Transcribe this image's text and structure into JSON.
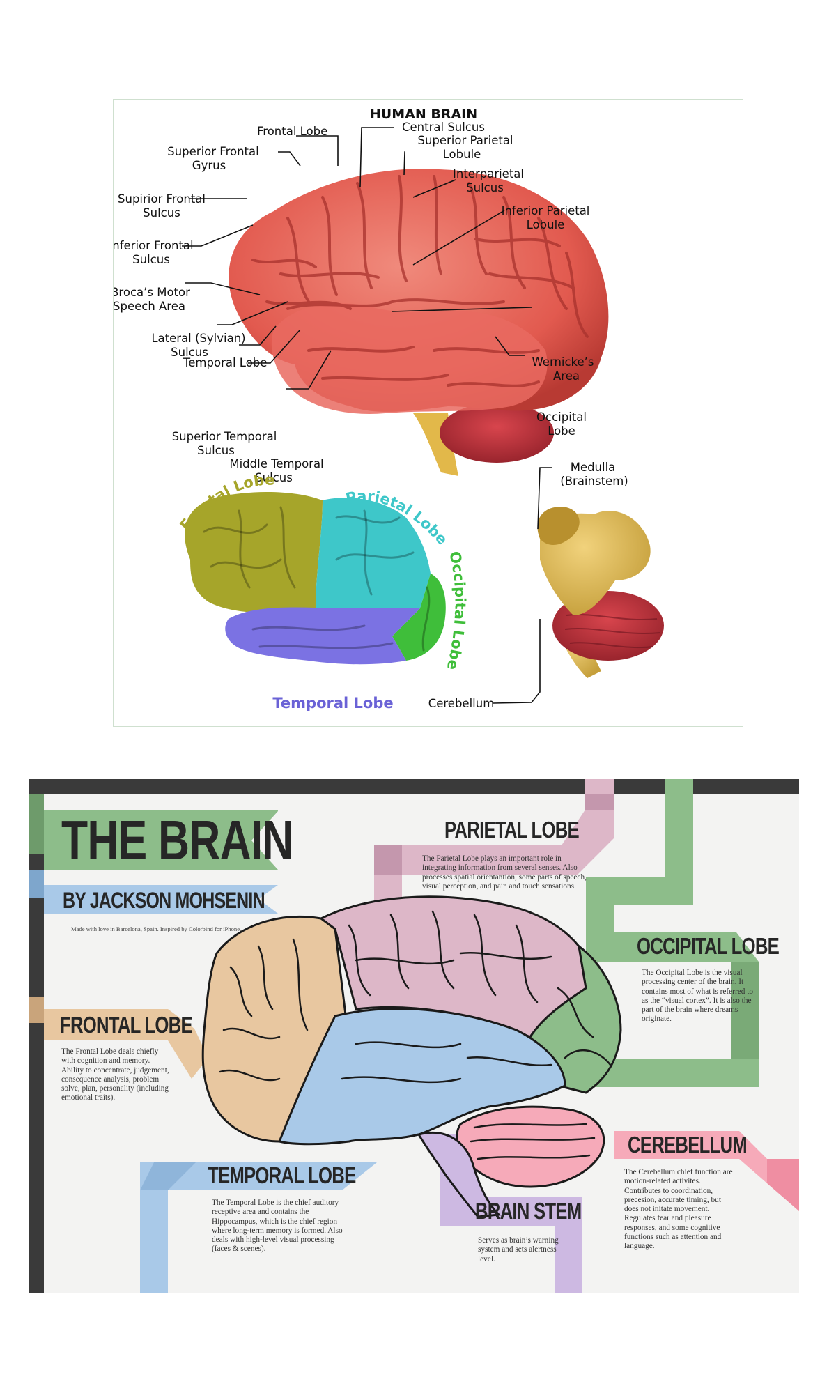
{
  "panel1": {
    "title": "HUMAN BRAIN",
    "labels": {
      "frontal_lobe": "Frontal  Lobe",
      "central_sulcus": "Central Sulcus",
      "superior_parietal_1": "Superior Parietal",
      "superior_parietal_2": "Lobule",
      "superior_frontal_gyrus_1": "Superior Frontal",
      "superior_frontal_gyrus_2": "Gyrus",
      "interparietal_1": "Interparietal",
      "interparietal_2": "Sulcus",
      "supirior_frontal_sulcus_1": "Supirior Frontal",
      "supirior_frontal_sulcus_2": "Sulcus",
      "inferior_parietal_1": "Inferior Parietal",
      "inferior_parietal_2": "Lobule",
      "inferior_frontal_1": "Inferior Frontal",
      "inferior_frontal_2": "Sulcus",
      "broca_1": "Broca’s Motor",
      "broca_2": "Speech Area",
      "wernicke_1": "Wernicke’s",
      "wernicke_2": "Area",
      "lateral_1": "Lateral (Sylvian)",
      "lateral_2": "Sulcus",
      "temporal_lobe": "Temporal Lobe",
      "occipital_1": "Occipital",
      "occipital_2": "Lobe",
      "sup_temporal_1": "Superior Temporal",
      "sup_temporal_2": "Sulcus",
      "mid_temporal_1": "Middle Temporal",
      "mid_temporal_2": "Sulcus",
      "medulla_1": "Medulla",
      "medulla_2": "(Brainstem)",
      "cerebellum": "Cerebellum"
    },
    "lobe_labels": {
      "frontal": "Frontal Lobe",
      "parietal": "Parietal Lobe",
      "occipital": "Occipital Lobe",
      "temporal": "Temporal Lobe"
    },
    "colors": {
      "brain_red": "#e8675d",
      "frontal": "#a6a52a",
      "parietal": "#3ec7c9",
      "occipital": "#3fbe3a",
      "temporal": "#7b72e3"
    }
  },
  "panel2": {
    "title": "THE BRAIN",
    "author": "BY JACKSON MOHSENIN",
    "credit": "Made with love in Barcelona, Spain. Inspired by Colorbind for iPhone.",
    "sections": {
      "parietal": {
        "title": "PARIETAL LOBE",
        "text": "The Parietal Lobe plays an important role in integrating information from several senses. Also processes spatial orientantion, some parts of speech, visual perception, and pain and touch sensations."
      },
      "occipital": {
        "title": "OCCIPITAL LOBE",
        "text": "The Occipital Lobe is the visual processing center of the brain. It contains most of what is referred to as the “visual cortex”. It is also the part of the brain where dreams originate."
      },
      "frontal": {
        "title": "FRONTAL LOBE",
        "text": "The Frontal Lobe deals chiefly with cognition and memory. Ability to concentrate, judgement, consequence analysis, problem solve, plan, personality (including emotional traits)."
      },
      "cerebellum": {
        "title": "CEREBELLUM",
        "text": "The Cerebellum chief function are motion-related activites. Contributes to coordination, precesion, accurate timing, but does not initate movement. Regulates fear and pleasure responses, and some cognitive functions such as attention and language."
      },
      "temporal": {
        "title": "TEMPORAL LOBE",
        "text": "The Temporal Lobe is the chief auditory receptive area and contains the Hippocampus, which is the chief region where long-term memory is formed. Also deals with high-level visual processing (faces & scenes)."
      },
      "brainstem": {
        "title": "BRAIN STEM",
        "text": "Serves as brain’s warning system and sets alertness level."
      }
    },
    "colors": {
      "green": "#8dbd8a",
      "blue": "#a9c9e8",
      "pink": "#ddb7c8",
      "tan": "#e8c7a0",
      "rose": "#f6aab9",
      "lavender": "#cdb9e2",
      "dark": "#3a3a3a"
    }
  }
}
